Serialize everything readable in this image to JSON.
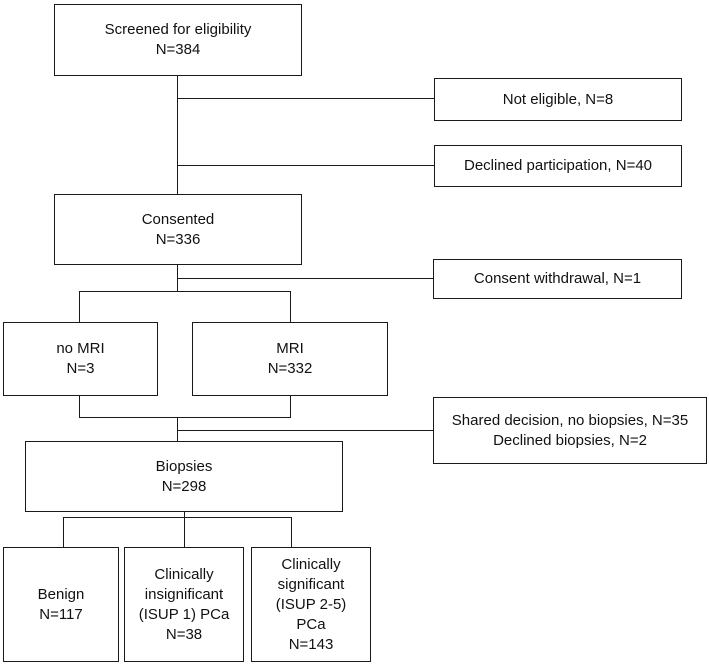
{
  "screened": {
    "title": "Screened for eligibility",
    "count": "N=384"
  },
  "not_eligible": {
    "text": "Not eligible, N=8"
  },
  "declined_participation": {
    "text": "Declined participation, N=40"
  },
  "consented": {
    "title": "Consented",
    "count": "N=336"
  },
  "consent_withdrawal": {
    "text": "Consent withdrawal, N=1"
  },
  "no_mri": {
    "title": "no MRI",
    "count": "N=3"
  },
  "mri": {
    "title": "MRI",
    "count": "N=332"
  },
  "exclusions": {
    "line1": "Shared decision, no biopsies, N=35",
    "line2": "Declined biopsies, N=2"
  },
  "biopsies": {
    "title": "Biopsies",
    "count": "N=298"
  },
  "benign": {
    "title": "Benign",
    "count": "N=117"
  },
  "insignificant": {
    "line1": "Clinically",
    "line2": "insignificant",
    "line3": "(ISUP 1) PCa",
    "count": "N=38"
  },
  "significant": {
    "line1": "Clinically",
    "line2": "significant",
    "line3": "(ISUP 2-5)",
    "line4": "PCa",
    "count": "N=143"
  }
}
